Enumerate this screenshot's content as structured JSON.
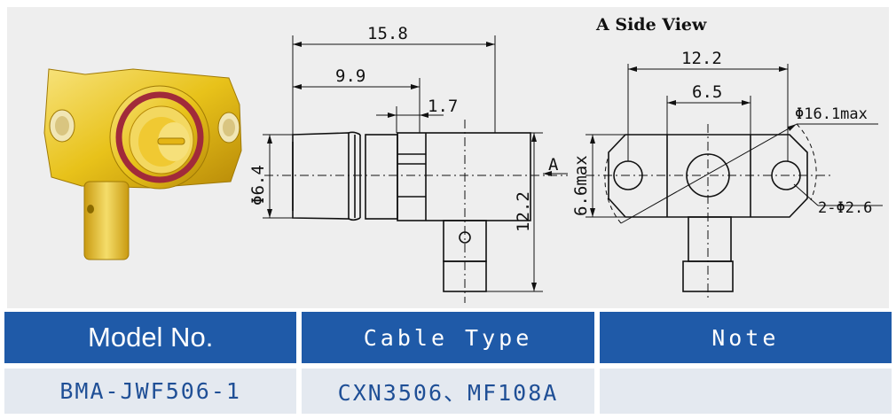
{
  "drawing": {
    "side_view_title": "A Side View",
    "dims": {
      "overall_length": "15.8",
      "body_length": "9.9",
      "step": "1.7",
      "diameter": "Φ6.4",
      "height": "12.2",
      "view_marker": "A",
      "flange_width": "12.2",
      "center_width": "6.5",
      "flange_height": "6.6max",
      "max_diameter": "Φ16.1max",
      "hole": "2-Φ2.6"
    }
  },
  "table": {
    "headers": [
      "Model No.",
      "Cable Type",
      "Note"
    ],
    "values": [
      "BMA-JWF506-1",
      "CXN3506、MF108A",
      ""
    ]
  },
  "colors": {
    "header_bg": "#1f5aa8",
    "cell_bg": "#e4e9f0",
    "cell_text": "#1f4f96",
    "gold": "#e8c21a"
  }
}
